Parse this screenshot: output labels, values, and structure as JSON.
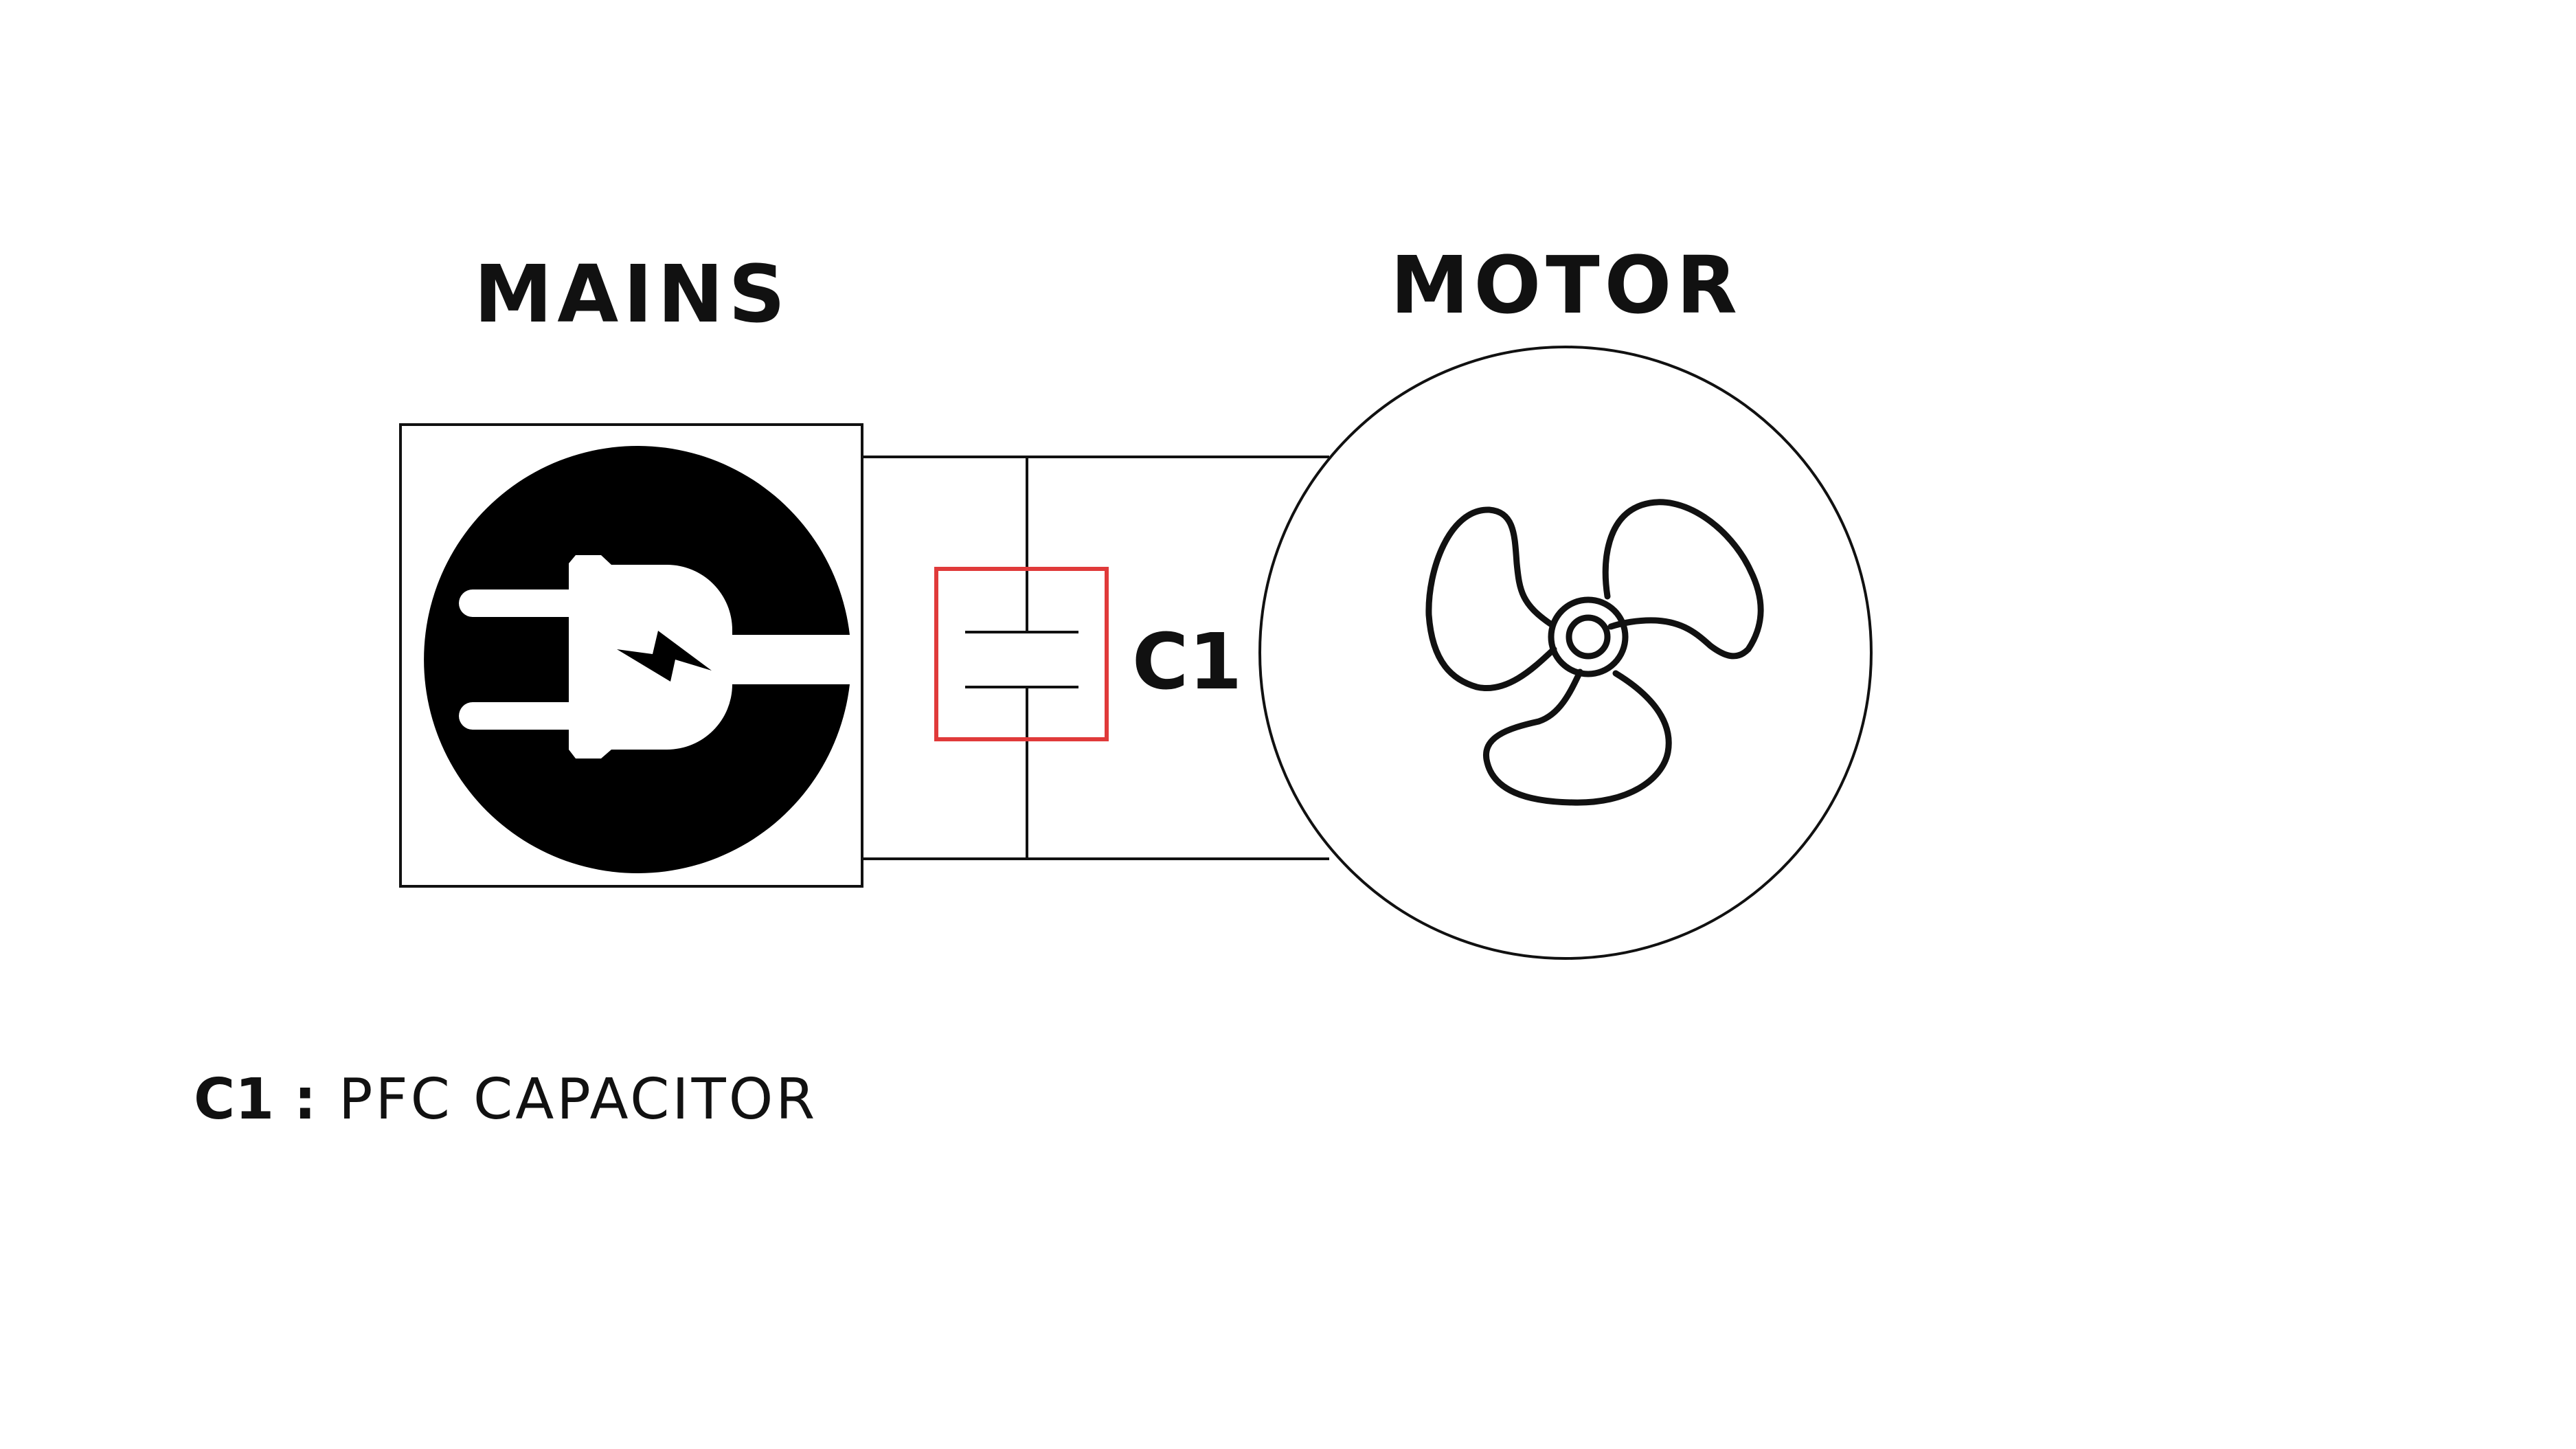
{
  "labels": {
    "mains": "MAINS",
    "motor": "MOTOR",
    "capacitor": "C1"
  },
  "legend": {
    "key": "C1 :",
    "value": "PFC CAPACITOR"
  },
  "icons": {
    "mains": "plug-icon",
    "motor": "fan-icon"
  },
  "colors": {
    "line": "#111111",
    "highlight": "#e03a3a",
    "background": "#ffffff"
  }
}
